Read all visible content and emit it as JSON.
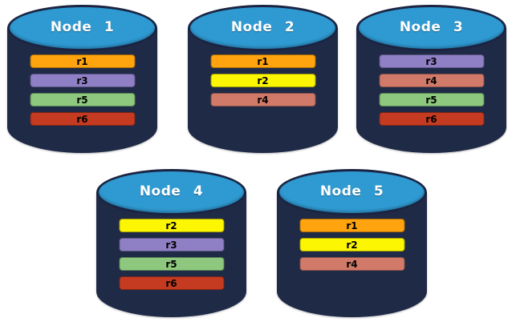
{
  "diagram": {
    "description": "Database replication diagram with five node cylinders holding replica bars",
    "colors": {
      "cylinder_body": "#1f2a47",
      "cylinder_top": "#2f9ad2",
      "cylinder_outline": "#1a2442",
      "background": "#ffffff"
    },
    "replica_colors": {
      "r1": "#ffa40e",
      "r2": "#fcf603",
      "r3": "#8f80c6",
      "r4": "#d17a6a",
      "r5": "#8dc87e",
      "r6": "#c53b22"
    },
    "nodes": [
      {
        "label": "Node 1",
        "replicas": [
          "r1",
          "r3",
          "r5",
          "r6"
        ]
      },
      {
        "label": "Node 2",
        "replicas": [
          "r1",
          "r2",
          "r4"
        ]
      },
      {
        "label": "Node 3",
        "replicas": [
          "r3",
          "r4",
          "r5",
          "r6"
        ]
      },
      {
        "label": "Node 4",
        "replicas": [
          "r2",
          "r3",
          "r5",
          "r6"
        ]
      },
      {
        "label": "Node 5",
        "replicas": [
          "r1",
          "r2",
          "r4"
        ]
      }
    ]
  }
}
